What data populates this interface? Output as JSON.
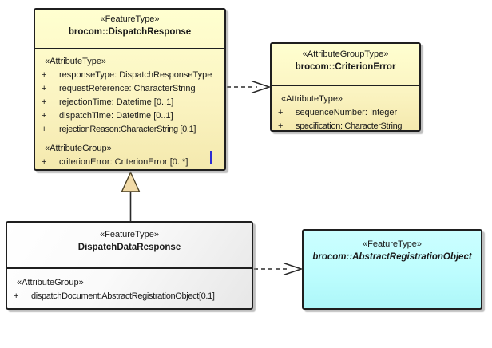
{
  "symbols": {
    "plus": "+"
  },
  "colors": {
    "class_yellow_top": "#FFFFD0",
    "class_yellow_bottom": "#F4E9AE",
    "class_gray_top": "#FFFFFF",
    "class_gray_bottom": "#E7E7E7",
    "class_cyan_top": "#CCFFFF",
    "class_cyan_bottom": "#ADF7F9",
    "border": "#1F1F1F",
    "generalization_triangle_fill": "#F2DBA8",
    "text_cursor_blue": "#2D2DD2"
  },
  "classes": {
    "dispatchResponse": {
      "stereotype": "«FeatureType»",
      "name": "brocom::DispatchResponse",
      "heading1": "«AttributeType»",
      "attrs": [
        "responseType: DispatchResponseType",
        "requestReference: CharacterString",
        "rejectionTime: Datetime [0..1]",
        "dispatchTime: Datetime [0..1]",
        "rejectionReason:CharacterString [0.1]"
      ],
      "heading2": "«AttributeGroup»",
      "groupAttrs": [
        "criterionError: CriterionError [0..*]"
      ]
    },
    "criterionError": {
      "stereotype": "«AttributeGroupType»",
      "name": "brocom::CriterionError",
      "heading1": "«AttributeType»",
      "attrs": [
        "sequenceNumber: Integer",
        "specification: CharacterString"
      ]
    },
    "dispatchDataResponse": {
      "stereotype": "«FeatureType»",
      "name": "DispatchDataResponse",
      "heading1": "«AttributeGroup»",
      "attrs": [
        "dispatchDocument:AbstractRegistrationObject[0.1]"
      ]
    },
    "abstractRegistrationObject": {
      "stereotype": "«FeatureType»",
      "name": "brocom::AbstractRegistrationObject"
    }
  }
}
